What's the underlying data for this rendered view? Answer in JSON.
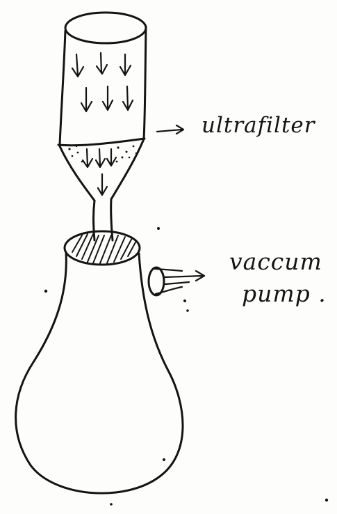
{
  "diagram": {
    "labels": {
      "ultrafilter": "ultrafilter",
      "pump_line1": "vaccum",
      "pump_line2": "pump ."
    },
    "colors": {
      "ink": "#141414",
      "paper": "#fdfdfc"
    }
  }
}
